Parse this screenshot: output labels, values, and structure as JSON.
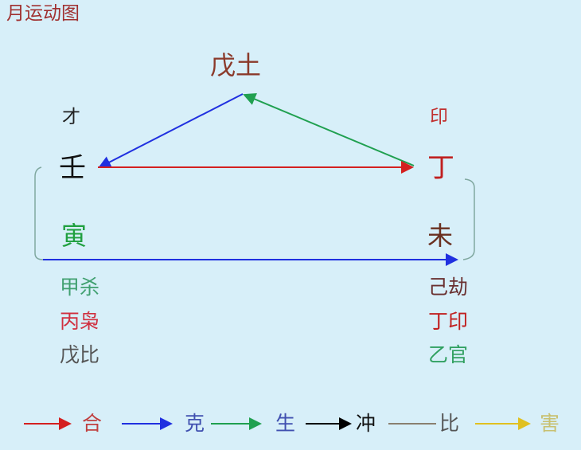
{
  "title": "月运动图",
  "top": {
    "label": "戊土"
  },
  "left": {
    "relation": "才",
    "stem": "壬",
    "branch": "寅",
    "hidden": [
      "甲杀",
      "丙枭",
      "戊比"
    ]
  },
  "right": {
    "relation": "印",
    "stem": "丁",
    "branch": "未",
    "hidden": [
      "己劫",
      "丁印",
      "乙官"
    ]
  },
  "legend": [
    {
      "label": "合",
      "color": "#d42020"
    },
    {
      "label": "克",
      "color": "#2030e0"
    },
    {
      "label": "生",
      "color": "#20a050"
    },
    {
      "label": "冲",
      "color": "#000000"
    },
    {
      "label": "比",
      "color": "#8a8070"
    },
    {
      "label": "害",
      "color": "#e0c020"
    }
  ]
}
